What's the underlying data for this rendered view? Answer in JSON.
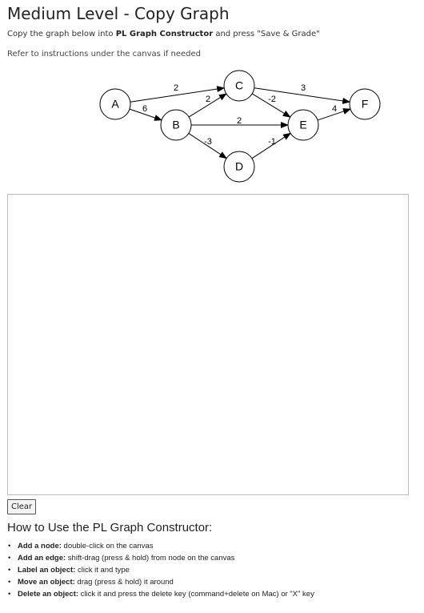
{
  "page": {
    "title": "Medium Level - Copy Graph",
    "intro_prefix": "Copy the graph below into ",
    "intro_bold": "PL Graph Constructor",
    "intro_suffix": " and press \"Save & Grade\"",
    "refer": "Refer to instructions under the canvas if needed"
  },
  "graph": {
    "nodes": [
      {
        "id": "A",
        "label": "A"
      },
      {
        "id": "B",
        "label": "B"
      },
      {
        "id": "C",
        "label": "C"
      },
      {
        "id": "D",
        "label": "D"
      },
      {
        "id": "E",
        "label": "E"
      },
      {
        "id": "F",
        "label": "F"
      }
    ],
    "edges": [
      {
        "from": "A",
        "to": "C",
        "weight": "2"
      },
      {
        "from": "A",
        "to": "B",
        "weight": "6"
      },
      {
        "from": "B",
        "to": "C",
        "weight": "2"
      },
      {
        "from": "B",
        "to": "E",
        "weight": "2"
      },
      {
        "from": "B",
        "to": "D",
        "weight": "-3"
      },
      {
        "from": "C",
        "to": "E",
        "weight": "-2"
      },
      {
        "from": "C",
        "to": "F",
        "weight": "3"
      },
      {
        "from": "D",
        "to": "E",
        "weight": "-1"
      },
      {
        "from": "E",
        "to": "F",
        "weight": "4"
      }
    ]
  },
  "controls": {
    "clear_label": "Clear"
  },
  "howto": {
    "title": "How to Use the PL Graph Constructor:",
    "items": [
      {
        "label": "Add a node:",
        "text": " double-click on the canvas"
      },
      {
        "label": "Add an edge:",
        "text": " shift-drag (press & hold) from node on the canvas"
      },
      {
        "label": "Label an object:",
        "text": " click it and type"
      },
      {
        "label": "Move an object:",
        "text": " drag (press & hold) it around"
      },
      {
        "label": "Delete an object:",
        "text": " click it and press the delete key (command+delete on Mac) or \"X\" key"
      }
    ]
  }
}
